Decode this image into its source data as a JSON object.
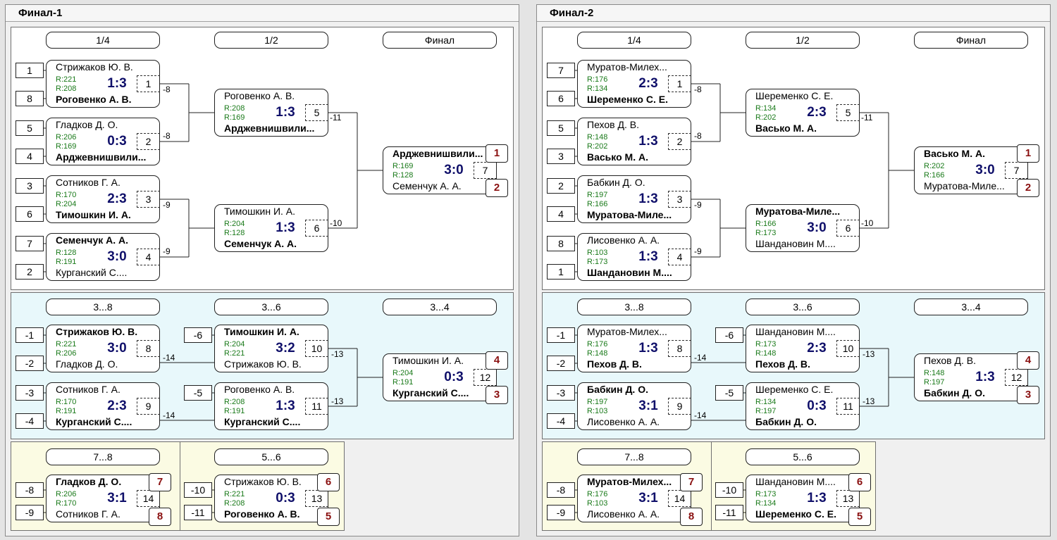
{
  "colors": {
    "score": "#10106a",
    "rating": "#1a7a1a",
    "place": "#8a1010",
    "blue_section": "#e8f8fb",
    "yellow_section": "#fbfbe3"
  },
  "panels": [
    {
      "title": "Финал-1",
      "headers": {
        "r1": "1/4",
        "r2": "1/2",
        "final": "Финал",
        "c38": "3...8",
        "c36": "3...6",
        "c34": "3...4",
        "c78": "7...8",
        "c56": "5...6"
      },
      "seeds": [
        "1",
        "8",
        "5",
        "4",
        "3",
        "6",
        "7",
        "2",
        "-1",
        "-2",
        "-3",
        "-4",
        "-6",
        "-5",
        "-8",
        "-9",
        "-10",
        "-11"
      ],
      "loser_labels": [
        "-8",
        "-8",
        "-9",
        "-9",
        "-11",
        "-10",
        "-14",
        "-14",
        "-13",
        "-13"
      ],
      "matches": [
        {
          "p1": "Стрижаков Ю. В.",
          "p2": "Роговенко А. В.",
          "r1": "R:221",
          "r2": "R:208",
          "score": "1:3",
          "num": "1",
          "w": 2
        },
        {
          "p1": "Гладков Д. О.",
          "p2": "Арджевнишвили...",
          "r1": "R:206",
          "r2": "R:169",
          "score": "0:3",
          "num": "2",
          "w": 2
        },
        {
          "p1": "Сотников Г. А.",
          "p2": "Тимошкин И. А.",
          "r1": "R:170",
          "r2": "R:204",
          "score": "2:3",
          "num": "3",
          "w": 2
        },
        {
          "p1": "Семенчук А. А.",
          "p2": "Курганский С....",
          "r1": "R:128",
          "r2": "R:191",
          "score": "3:0",
          "num": "4",
          "w": 1
        },
        {
          "p1": "Роговенко А. В.",
          "p2": "Арджевнишвили...",
          "r1": "R:208",
          "r2": "R:169",
          "score": "1:3",
          "num": "5",
          "w": 2
        },
        {
          "p1": "Тимошкин И. А.",
          "p2": "Семенчук А. А.",
          "r1": "R:204",
          "r2": "R:128",
          "score": "1:3",
          "num": "6",
          "w": 2
        },
        {
          "p1": "Арджевнишвили...",
          "p2": "Семенчук А. А.",
          "r1": "R:169",
          "r2": "R:128",
          "score": "3:0",
          "num": "7",
          "w": 1,
          "places": [
            "1",
            "2"
          ]
        },
        {
          "p1": "Стрижаков Ю. В.",
          "p2": "Гладков Д. О.",
          "r1": "R:221",
          "r2": "R:206",
          "score": "3:0",
          "num": "8",
          "w": 1
        },
        {
          "p1": "Сотников Г. А.",
          "p2": "Курганский С....",
          "r1": "R:170",
          "r2": "R:191",
          "score": "2:3",
          "num": "9",
          "w": 2
        },
        {
          "p1": "Тимошкин И. А.",
          "p2": "Стрижаков Ю. В.",
          "r1": "R:204",
          "r2": "R:221",
          "score": "3:2",
          "num": "10",
          "w": 1
        },
        {
          "p1": "Роговенко А. В.",
          "p2": "Курганский С....",
          "r1": "R:208",
          "r2": "R:191",
          "score": "1:3",
          "num": "11",
          "w": 2
        },
        {
          "p1": "Тимошкин И. А.",
          "p2": "Курганский С....",
          "r1": "R:204",
          "r2": "R:191",
          "score": "0:3",
          "num": "12",
          "w": 2,
          "places": [
            "4",
            "3"
          ]
        },
        {
          "p1": "Гладков Д. О.",
          "p2": "Сотников Г. А.",
          "r1": "R:206",
          "r2": "R:170",
          "score": "3:1",
          "num": "14",
          "w": 1,
          "places": [
            "7",
            "8"
          ]
        },
        {
          "p1": "Стрижаков Ю. В.",
          "p2": "Роговенко А. В.",
          "r1": "R:221",
          "r2": "R:208",
          "score": "0:3",
          "num": "13",
          "w": 2,
          "places": [
            "6",
            "5"
          ]
        }
      ]
    },
    {
      "title": "Финал-2",
      "headers": {
        "r1": "1/4",
        "r2": "1/2",
        "final": "Финал",
        "c38": "3...8",
        "c36": "3...6",
        "c34": "3...4",
        "c78": "7...8",
        "c56": "5...6"
      },
      "seeds": [
        "7",
        "6",
        "5",
        "3",
        "2",
        "4",
        "8",
        "1",
        "-1",
        "-2",
        "-3",
        "-4",
        "-6",
        "-5",
        "-8",
        "-9",
        "-10",
        "-11"
      ],
      "loser_labels": [
        "-8",
        "-8",
        "-9",
        "-9",
        "-11",
        "-10",
        "-14",
        "-14",
        "-13",
        "-13"
      ],
      "matches": [
        {
          "p1": "Муратов-Милех...",
          "p2": "Шеременко С. Е.",
          "r1": "R:176",
          "r2": "R:134",
          "score": "2:3",
          "num": "1",
          "w": 2
        },
        {
          "p1": "Пехов Д. В.",
          "p2": "Васько М. А.",
          "r1": "R:148",
          "r2": "R:202",
          "score": "1:3",
          "num": "2",
          "w": 2
        },
        {
          "p1": "Бабкин Д. О.",
          "p2": "Муратова-Миле...",
          "r1": "R:197",
          "r2": "R:166",
          "score": "1:3",
          "num": "3",
          "w": 2
        },
        {
          "p1": "Лисовенко А. А.",
          "p2": "Шандановин М....",
          "r1": "R:103",
          "r2": "R:173",
          "score": "1:3",
          "num": "4",
          "w": 2
        },
        {
          "p1": "Шеременко С. Е.",
          "p2": "Васько М. А.",
          "r1": "R:134",
          "r2": "R:202",
          "score": "2:3",
          "num": "5",
          "w": 2
        },
        {
          "p1": "Муратова-Миле...",
          "p2": "Шандановин М....",
          "r1": "R:166",
          "r2": "R:173",
          "score": "3:0",
          "num": "6",
          "w": 1
        },
        {
          "p1": "Васько М. А.",
          "p2": "Муратова-Миле...",
          "r1": "R:202",
          "r2": "R:166",
          "score": "3:0",
          "num": "7",
          "w": 1,
          "places": [
            "1",
            "2"
          ]
        },
        {
          "p1": "Муратов-Милех...",
          "p2": "Пехов Д. В.",
          "r1": "R:176",
          "r2": "R:148",
          "score": "1:3",
          "num": "8",
          "w": 2
        },
        {
          "p1": "Бабкин Д. О.",
          "p2": "Лисовенко А. А.",
          "r1": "R:197",
          "r2": "R:103",
          "score": "3:1",
          "num": "9",
          "w": 1
        },
        {
          "p1": "Шандановин М....",
          "p2": "Пехов Д. В.",
          "r1": "R:173",
          "r2": "R:148",
          "score": "2:3",
          "num": "10",
          "w": 2
        },
        {
          "p1": "Шеременко С. Е.",
          "p2": "Бабкин Д. О.",
          "r1": "R:134",
          "r2": "R:197",
          "score": "0:3",
          "num": "11",
          "w": 2
        },
        {
          "p1": "Пехов Д. В.",
          "p2": "Бабкин Д. О.",
          "r1": "R:148",
          "r2": "R:197",
          "score": "1:3",
          "num": "12",
          "w": 2,
          "places": [
            "4",
            "3"
          ]
        },
        {
          "p1": "Муратов-Милех...",
          "p2": "Лисовенко А. А.",
          "r1": "R:176",
          "r2": "R:103",
          "score": "3:1",
          "num": "14",
          "w": 1,
          "places": [
            "7",
            "8"
          ]
        },
        {
          "p1": "Шандановин М....",
          "p2": "Шеременко С. Е.",
          "r1": "R:173",
          "r2": "R:134",
          "score": "1:3",
          "num": "13",
          "w": 2,
          "places": [
            "6",
            "5"
          ]
        }
      ]
    }
  ]
}
